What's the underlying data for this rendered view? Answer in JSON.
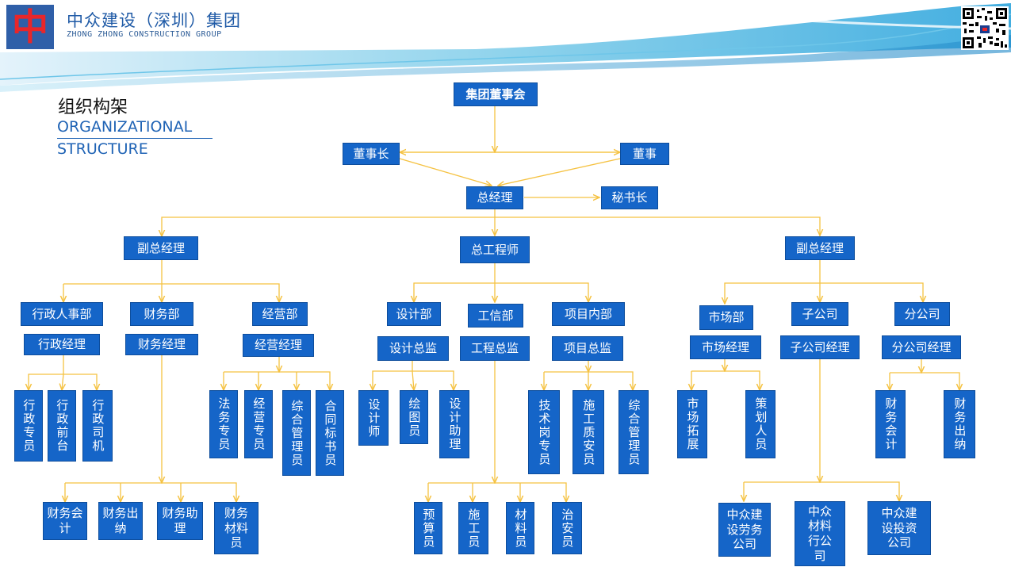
{
  "header": {
    "logo_char": "中",
    "company_cn": "中众建设（深圳）集团",
    "company_en": "ZHONG ZHONG CONSTRUCTION GROUP"
  },
  "title": {
    "cn": "组织构架",
    "en_line1": "ORGANIZATIONAL",
    "en_line2": "STRUCTURE"
  },
  "colors": {
    "box": "#1565c8",
    "line": "#f5c242",
    "accent": "#1f63b5"
  },
  "chart": {
    "board": "集团董事会",
    "chairman": "董事长",
    "director": "董事",
    "gm": "总经理",
    "secretary": "秘书长",
    "vp_left": "副总经理",
    "chief_engineer": "总工程师",
    "vp_right": "副总经理",
    "admin_dept": "行政人事部",
    "admin_manager": "行政经理",
    "admin_staff": [
      "行政专员",
      "行政前台",
      "行政司机"
    ],
    "finance_dept": "财务部",
    "finance_manager": "财务经理",
    "finance_staff": [
      "财务会计",
      "财务出纳",
      "财务助理",
      "财务材料员"
    ],
    "business_dept": "经营部",
    "business_manager": "经营经理",
    "business_staff": [
      "法务专员",
      "经营专员",
      "综合管理员",
      "合同标书员"
    ],
    "design_dept": "设计部",
    "design_director": "设计总监",
    "design_staff": [
      "设计师",
      "绘图员",
      "设计助理"
    ],
    "eng_dept": "工信部",
    "eng_director": "工程总监",
    "eng_staff": [
      "预算员",
      "施工员",
      "材料员",
      "治安员"
    ],
    "project_dept": "项目内部",
    "project_director": "项目总监",
    "project_staff": [
      "技术岗专员",
      "施工质安员",
      "综合管理员"
    ],
    "market_dept": "市场部",
    "market_manager": "市场经理",
    "market_staff": [
      "市场拓展",
      "策划人员"
    ],
    "subsidiary": "子公司",
    "subsidiary_manager": "子公司经理",
    "subsidiary_units": [
      "中众建设劳务公司",
      "中众材料行公司",
      "中众建设投资公司"
    ],
    "branch": "分公司",
    "branch_manager": "分公司经理",
    "branch_staff": [
      "财务会计",
      "财务出纳"
    ]
  }
}
